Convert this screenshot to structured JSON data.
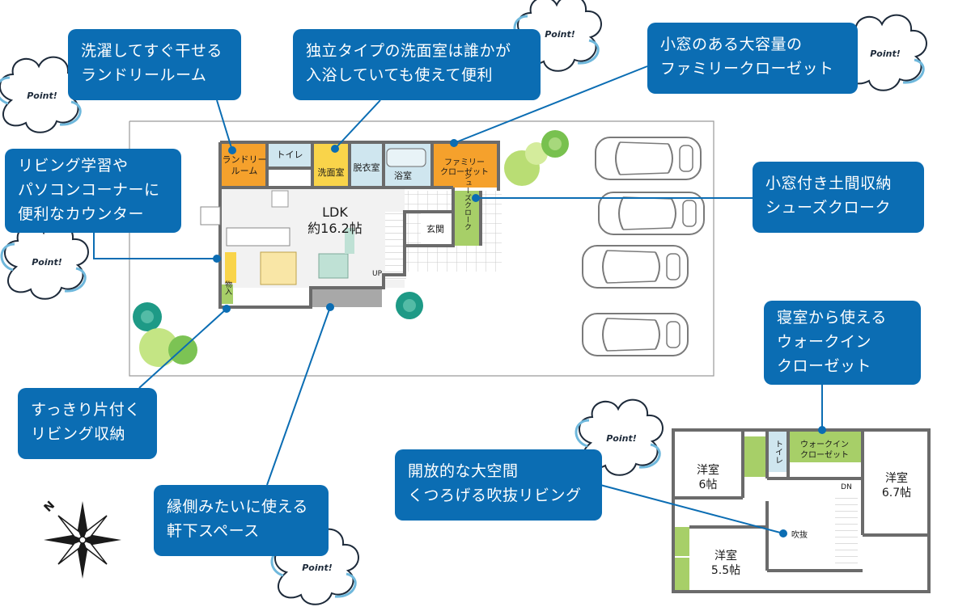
{
  "callouts": {
    "laundry": {
      "line1": "洗濯してすぐ干せる",
      "line2": "ランドリールーム"
    },
    "washroom": {
      "line1": "独立タイプの洗面室は誰かが",
      "line2": "入浴していても使えて便利"
    },
    "family_closet": {
      "line1": "小窓のある大容量の",
      "line2": "ファミリークローゼット"
    },
    "counter": {
      "line1": "リビング学習や",
      "line2": "パソコンコーナーに",
      "line3": "便利なカウンター"
    },
    "shoes_cloak": {
      "line1": "小窓付き土間収納",
      "line2": "シューズクローク"
    },
    "living_storage": {
      "line1": "すっきり片付く",
      "line2": "リビング収納"
    },
    "eaves": {
      "line1": "縁側みたいに使える",
      "line2": "軒下スペース"
    },
    "walkin": {
      "line1": "寝室から使える",
      "line2": "ウォークイン",
      "line3": "クローゼット"
    },
    "fukinuke": {
      "line1": "開放的な大空間",
      "line2": "くつろげる吹抜リビング"
    }
  },
  "badge_text": "Point!",
  "ground_floor": {
    "laundry_line1": "ランドリー",
    "laundry_line2": "ルーム",
    "toilet": "トイレ",
    "washroom": "洗面室",
    "dressing": "脱衣室",
    "bath": "浴室",
    "family_closet_line1": "ファミリー",
    "family_closet_line2": "クローゼット",
    "ldk_label": "LDK",
    "ldk_size": "約16.2帖",
    "entrance": "玄関",
    "shoes_cloak": "シューズクローク",
    "storage": "物入",
    "up": "UP"
  },
  "second_floor": {
    "room1_name": "洋室",
    "room1_size": "6帖",
    "room2_name": "洋室",
    "room2_size": "6.7帖",
    "room3_name": "洋室",
    "room3_size": "5.5帖",
    "toilet": "トイレ",
    "walkin_line1": "ウォークイン",
    "walkin_line2": "クローゼット",
    "dn": "DN",
    "fukinuke": "吹抜"
  },
  "compass_label": "N",
  "colors": {
    "callout_bg": "#0b6db3",
    "orange": "#f5a12c",
    "yellow": "#f9d44a",
    "lightblue": "#cfe6ef",
    "green": "#a7cf68",
    "wall": "#6b6b6b"
  }
}
